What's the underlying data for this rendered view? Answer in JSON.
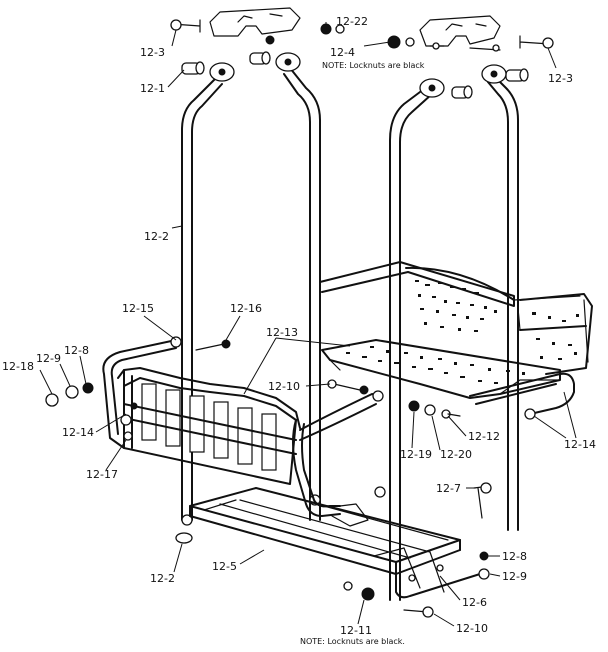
{
  "labels": [
    {
      "id": "12-22",
      "text": "12-22"
    },
    {
      "id": "12-3a",
      "text": "12-3"
    },
    {
      "id": "12-4",
      "text": "12-4"
    },
    {
      "id": "12-3b",
      "text": "12-3"
    },
    {
      "id": "12-1",
      "text": "12-1"
    },
    {
      "id": "12-2a",
      "text": "12-2"
    },
    {
      "id": "12-15",
      "text": "12-15"
    },
    {
      "id": "12-16",
      "text": "12-16"
    },
    {
      "id": "12-13",
      "text": "12-13"
    },
    {
      "id": "12-18",
      "text": "12-18"
    },
    {
      "id": "12-9a",
      "text": "12-9"
    },
    {
      "id": "12-8a",
      "text": "12-8"
    },
    {
      "id": "12-10a",
      "text": "12-10"
    },
    {
      "id": "12-14a",
      "text": "12-14"
    },
    {
      "id": "12-17",
      "text": "12-17"
    },
    {
      "id": "12-12",
      "text": "12-12"
    },
    {
      "id": "12-19",
      "text": "12-19"
    },
    {
      "id": "12-20",
      "text": "12-20"
    },
    {
      "id": "12-14b",
      "text": "12-14"
    },
    {
      "id": "12-7",
      "text": "12-7"
    },
    {
      "id": "12-8b",
      "text": "12-8"
    },
    {
      "id": "12-9b",
      "text": "12-9"
    },
    {
      "id": "12-2b",
      "text": "12-2"
    },
    {
      "id": "12-5",
      "text": "12-5"
    },
    {
      "id": "12-6",
      "text": "12-6"
    },
    {
      "id": "12-11",
      "text": "12-11"
    },
    {
      "id": "12-10b",
      "text": "12-10"
    }
  ],
  "notes": {
    "top": "NOTE: Locknuts are black",
    "bottom": "NOTE: Locknuts are black."
  }
}
